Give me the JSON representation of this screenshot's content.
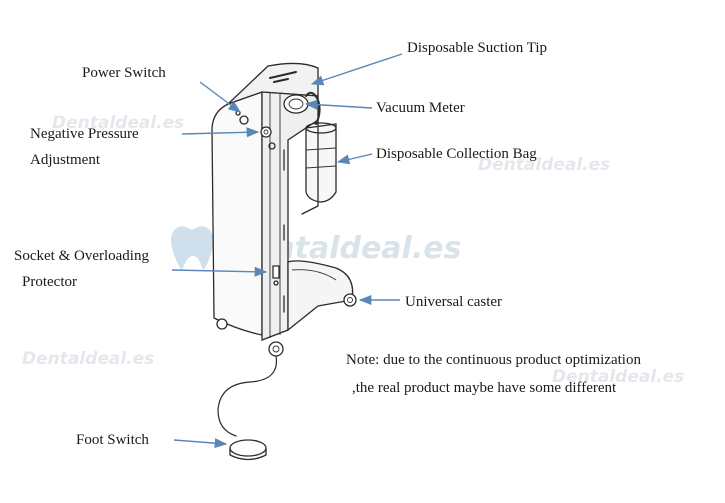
{
  "watermark": "Dentaldeal.es",
  "labels": {
    "suction_tip": "Disposable  Suction  Tip",
    "power_switch": "Power Switch",
    "vacuum_meter": "Vacuum Meter",
    "negative_pressure_1": "Negative Pressure",
    "negative_pressure_2": "Adjustment",
    "collection_bag": "Disposable Collection Bag",
    "socket_1": "Socket  &  Overloading",
    "socket_2": "Protector",
    "caster": "Universal caster",
    "foot_switch": "Foot Switch"
  },
  "note": {
    "line1": "Note: due to the continuous product optimization",
    "line2": ",the real product maybe have some different"
  },
  "colors": {
    "arrow": "#5a86b8",
    "line": "#2b2b2b",
    "watermark": "#d8e3ea"
  }
}
